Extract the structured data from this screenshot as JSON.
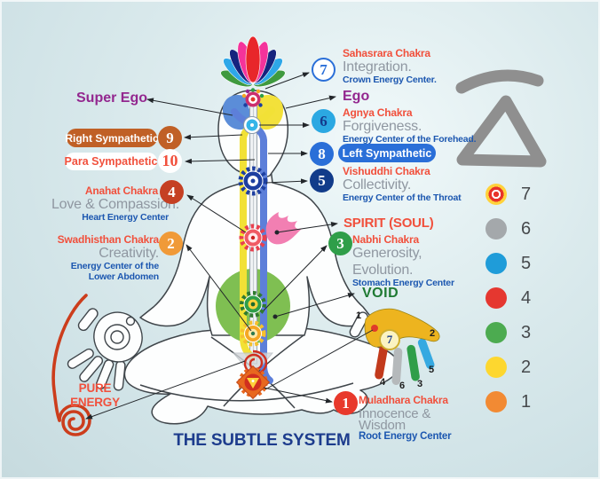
{
  "title": "THE SUBTLE SYSTEM",
  "left": {
    "super_ego": "Super Ego",
    "right_sympathetic": {
      "num": "9",
      "label": "Right Sympathetic"
    },
    "para_sympathetic": {
      "num": "10",
      "label": "Para Sympathetic"
    },
    "anahat": {
      "num": "4",
      "name": "Anahat Chakra",
      "quality": "Love & Compassion.",
      "center": "Heart Energy Center"
    },
    "swadhisthan": {
      "num": "2",
      "name": "Swadhisthan Chakra",
      "quality": "Creativity.",
      "center_line1": "Energy Center of the",
      "center_line2": "Lower Abdomen"
    },
    "pure_energy_line1": "PURE",
    "pure_energy_line2": "ENERGY"
  },
  "right": {
    "sahasrara": {
      "num": "7",
      "name": "Sahasrara Chakra",
      "quality": "Integration.",
      "center": "Crown Energy Center."
    },
    "ego": "Ego",
    "agnya": {
      "num": "6",
      "name": "Agnya Chakra",
      "quality": "Forgiveness.",
      "center": "Energy Center of the Forehead."
    },
    "left_sympathetic": {
      "num": "8",
      "label": "Left Sympathetic"
    },
    "vishuddhi": {
      "num": "5",
      "name": "Vishuddhi Chakra",
      "quality": "Collectivity.",
      "center": "Energy Center of the Throat"
    },
    "spirit": "SPIRIT (SOUL)",
    "nabhi": {
      "num": "3",
      "name": "Nabhi Chakra",
      "quality_line1": "Generosity,",
      "quality_line2": "Evolution.",
      "center": "Stomach Energy Center"
    },
    "void": "VOID",
    "muladhara": {
      "num": "1",
      "name": "Muladhara Chakra",
      "quality_line1": "Innocence &",
      "quality_line2": "Wisdom",
      "center": "Root Energy Center"
    }
  },
  "legend": {
    "items": [
      {
        "num": "7",
        "color": "rainbow"
      },
      {
        "num": "6",
        "color": "#a4a8ab"
      },
      {
        "num": "5",
        "color": "#1f9cd9"
      },
      {
        "num": "4",
        "color": "#e53730"
      },
      {
        "num": "3",
        "color": "#4cab50"
      },
      {
        "num": "2",
        "color": "#fdd72f"
      },
      {
        "num": "1",
        "color": "#f28a33"
      }
    ]
  },
  "hand_labels": {
    "n1": "1",
    "n2": "2",
    "n3": "3",
    "n4": "4",
    "n5": "5",
    "n6": "6",
    "n7": "7"
  },
  "colors": {
    "chakra_name_red": "#f1503c",
    "quality_gray": "#8f97a1",
    "center_blue": "#1c57b0",
    "purple": "#93278f",
    "void_green": "#1f7a33",
    "title_navy": "#1d3c8d",
    "right_symp_orange": "#c06026",
    "left_symp_blue": "#2a6fd8"
  }
}
